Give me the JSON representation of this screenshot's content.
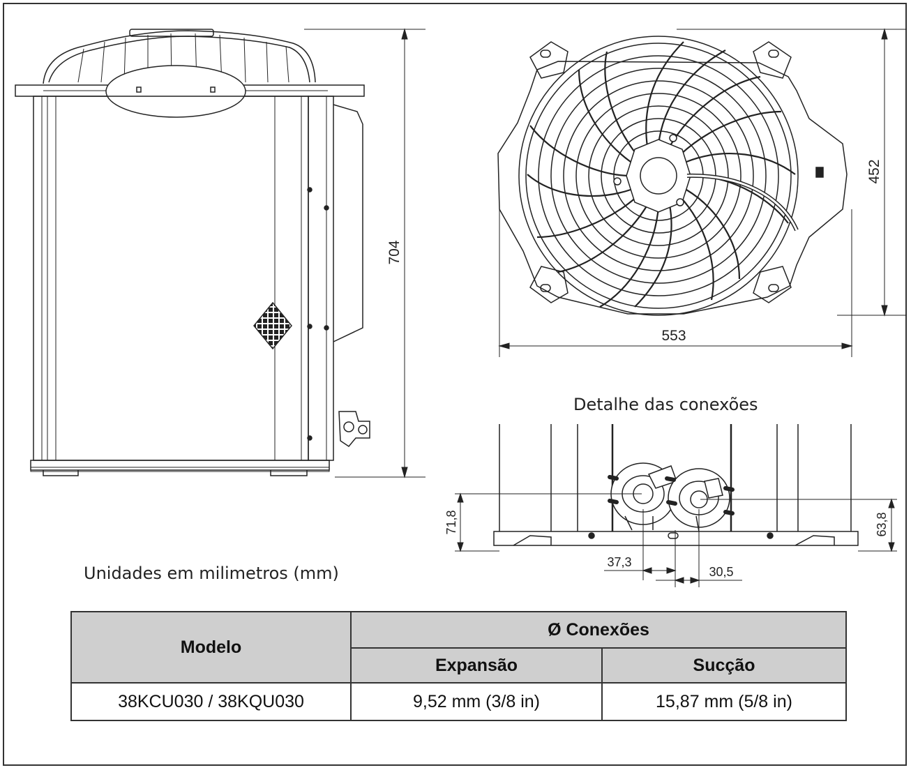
{
  "dimensions": {
    "height_side": "704",
    "height_top": "452",
    "width_top": "553",
    "detail_left_height": "71,8",
    "detail_right_height": "63,8",
    "detail_left_offset": "37,3",
    "detail_right_offset": "30,5"
  },
  "captions": {
    "detail_title": "Detalhe das conexões",
    "units_note": "Unidades em milimetros (mm)"
  },
  "table": {
    "model_header": "Modelo",
    "connections_header": "Ø Conexões",
    "expansion_header": "Expansão",
    "suction_header": "Sucção",
    "rows": [
      {
        "model": "38KCU030 / 38KQU030",
        "expansion": "9,52 mm (3/8 in)",
        "suction": "15,87 mm (5/8 in)"
      }
    ]
  }
}
